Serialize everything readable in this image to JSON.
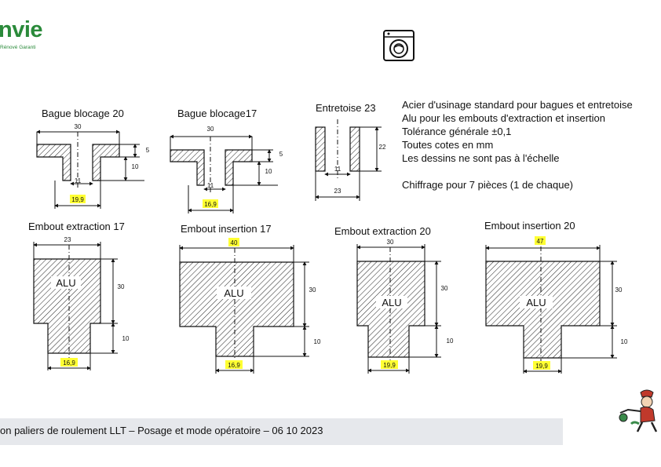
{
  "header": {
    "logo_text": "nvie",
    "logo_tagline": "Rénové Garanti"
  },
  "notes": [
    "Acier d'usinage standard pour bagues et entretoise",
    "Alu pour les embouts d'extraction et insertion",
    "Tolérance générale ±0,1",
    "Toutes cotes en mm",
    "Les dessins ne sont pas à l'échelle",
    "",
    "Chiffrage pour 7 pièces (1 de chaque)"
  ],
  "parts": {
    "bague20": {
      "title": "Bague blocage 20",
      "top": "30",
      "h1": "5",
      "h2": "10",
      "inner": "11",
      "bottom": "19,9"
    },
    "bague17": {
      "title": "Bague blocage17",
      "top": "30",
      "h1": "5",
      "h2": "10",
      "inner": "11",
      "bottom": "16,9"
    },
    "entretoise": {
      "title": "Entretoise 23",
      "height": "22",
      "inner": "11",
      "bottom": "23"
    },
    "ext17": {
      "title": "Embout extraction 17",
      "top": "23",
      "h1": "30",
      "h2": "10",
      "material": "ALU",
      "bottom": "16,9"
    },
    "ins17": {
      "title": "Embout insertion 17",
      "top": "40",
      "h1": "30",
      "h2": "10",
      "material": "ALU",
      "bottom": "16,9"
    },
    "ext20": {
      "title": "Embout extraction 20",
      "top": "30",
      "h1": "30",
      "h2": "10",
      "material": "ALU",
      "bottom": "19,9"
    },
    "ins20": {
      "title": "Embout insertion 20",
      "top": "47",
      "h1": "30",
      "h2": "10",
      "material": "ALU",
      "bottom": "19,9"
    }
  },
  "footer": {
    "text": "on paliers de roulement LLT – Posage et mode opératoire – 06 10 2023"
  },
  "colors": {
    "highlight": "#ffff33",
    "brand": "#2a8a3a",
    "footer_bg": "#e6e8ec"
  }
}
